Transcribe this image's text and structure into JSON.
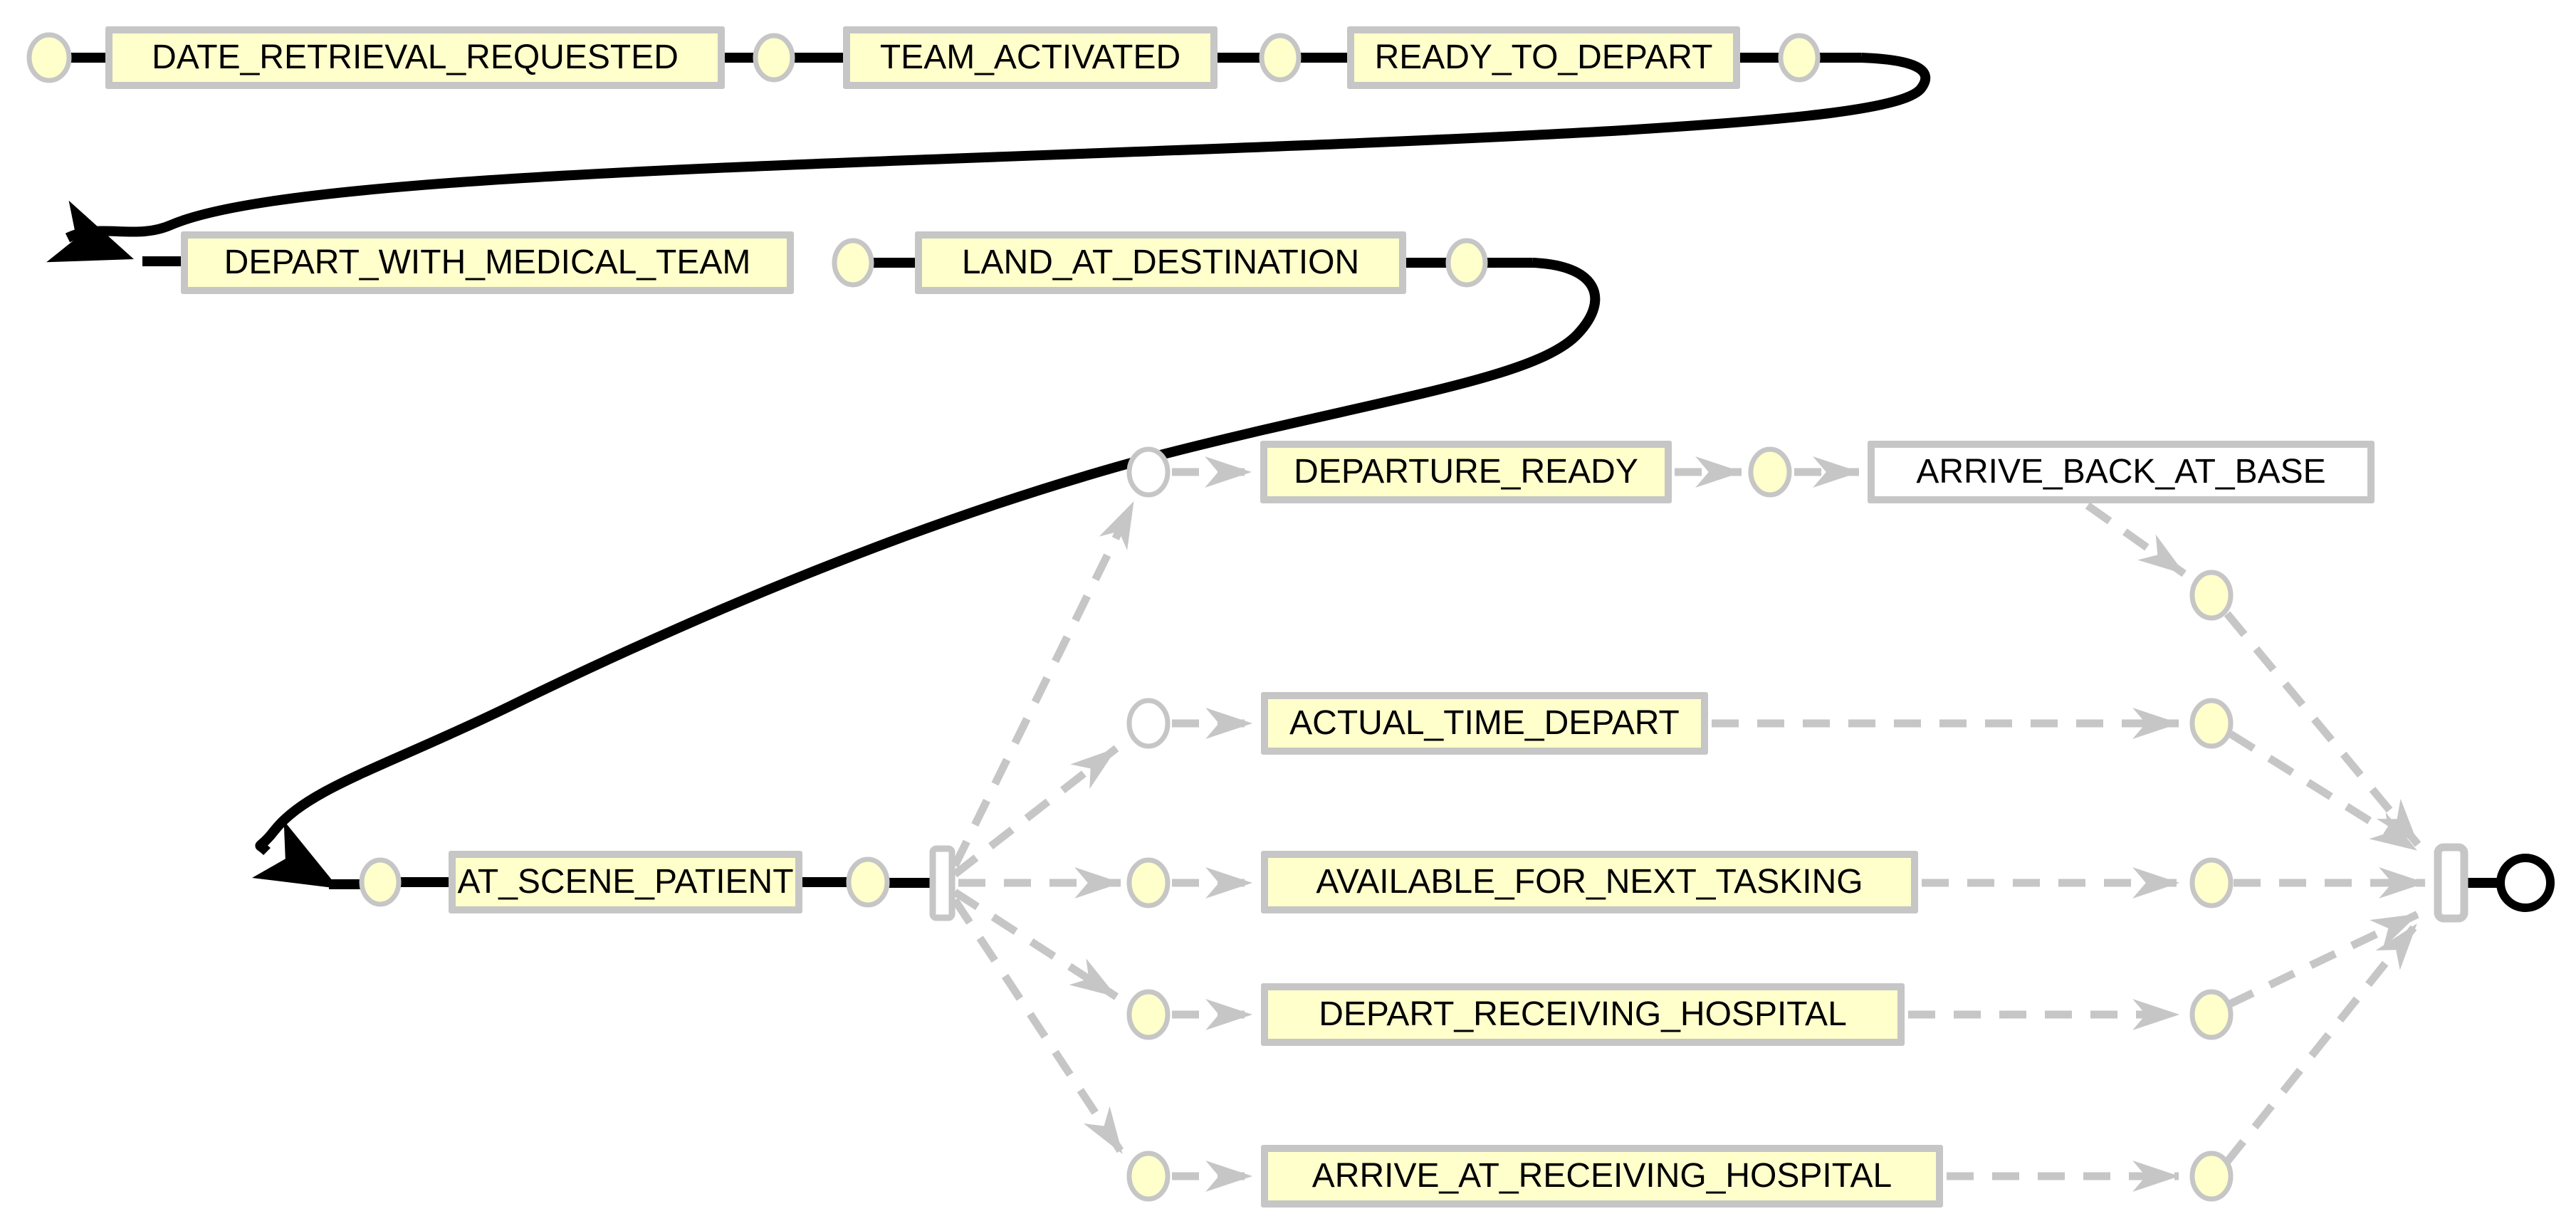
{
  "diagram": {
    "type": "process-flow-model",
    "colors": {
      "activity_fill": "#FFFFCC",
      "activity_fill_alt": "#FFFFFF",
      "node_border": "#C6C6C6",
      "sequence_edge": "#000000",
      "parallel_edge": "#C6C6C6",
      "place_fill_yellow": "#FFFFCC",
      "place_fill_white": "#FFFFFF",
      "end_node_ring": "#000000"
    },
    "activities": [
      {
        "label": "DATE_RETRIEVAL_REQUESTED"
      },
      {
        "label": "TEAM_ACTIVATED"
      },
      {
        "label": "READY_TO_DEPART"
      },
      {
        "label": "DEPART_WITH_MEDICAL_TEAM"
      },
      {
        "label": "LAND_AT_DESTINATION"
      },
      {
        "label": "AT_SCENE_PATIENT"
      },
      {
        "label": "DEPARTURE_READY"
      },
      {
        "label": "ARRIVE_BACK_AT_BASE"
      },
      {
        "label": "ACTUAL_TIME_DEPART"
      },
      {
        "label": "AVAILABLE_FOR_NEXT_TASKING"
      },
      {
        "label": "DEPART_RECEIVING_HOSPITAL"
      },
      {
        "label": "ARRIVE_AT_RECEIVING_HOSPITAL"
      }
    ]
  }
}
